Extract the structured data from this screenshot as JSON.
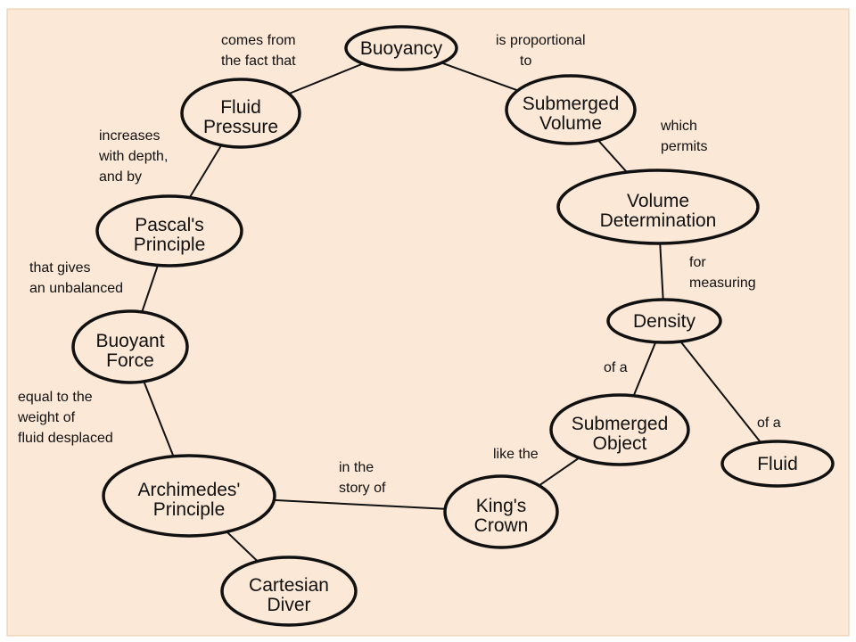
{
  "nodes": [
    {
      "id": "buoyancy",
      "lines": [
        "Buoyancy"
      ]
    },
    {
      "id": "fluid-pressure",
      "lines": [
        "Fluid",
        "Pressure"
      ]
    },
    {
      "id": "submerged-volume",
      "lines": [
        "Submerged",
        "Volume"
      ]
    },
    {
      "id": "volume-determination",
      "lines": [
        "Volume",
        "Determination"
      ]
    },
    {
      "id": "pascals-principle",
      "lines": [
        "Pascal's",
        "Principle"
      ]
    },
    {
      "id": "density",
      "lines": [
        "Density"
      ]
    },
    {
      "id": "buoyant-force",
      "lines": [
        "Buoyant",
        "Force"
      ]
    },
    {
      "id": "submerged-object",
      "lines": [
        "Submerged",
        "Object"
      ]
    },
    {
      "id": "fluid",
      "lines": [
        "Fluid"
      ]
    },
    {
      "id": "archimedes-principle",
      "lines": [
        "Archimedes'",
        "Principle"
      ]
    },
    {
      "id": "kings-crown",
      "lines": [
        "King's",
        "Crown"
      ]
    },
    {
      "id": "cartesian-diver",
      "lines": [
        "Cartesian",
        "Diver"
      ]
    }
  ],
  "edges": [
    {
      "from": "buoyancy",
      "to": "fluid-pressure",
      "label": [
        "comes from",
        "the fact that"
      ]
    },
    {
      "from": "buoyancy",
      "to": "submerged-volume",
      "label": [
        "is proportional",
        "to"
      ]
    },
    {
      "from": "submerged-volume",
      "to": "volume-determination",
      "label": [
        "which",
        "permits"
      ]
    },
    {
      "from": "volume-determination",
      "to": "density",
      "label": [
        "for",
        "measuring"
      ]
    },
    {
      "from": "density",
      "to": "submerged-object",
      "label": [
        "of a"
      ]
    },
    {
      "from": "density",
      "to": "fluid",
      "label": [
        "of a"
      ]
    },
    {
      "from": "submerged-object",
      "to": "kings-crown",
      "label": [
        "like the"
      ]
    },
    {
      "from": "fluid-pressure",
      "to": "pascals-principle",
      "label": [
        "increases",
        "with depth,",
        "and by"
      ]
    },
    {
      "from": "pascals-principle",
      "to": "buoyant-force",
      "label": [
        "that gives",
        "an unbalanced"
      ]
    },
    {
      "from": "buoyant-force",
      "to": "archimedes-principle",
      "label": [
        "equal to the",
        "weight of",
        "fluid desplaced"
      ]
    },
    {
      "from": "archimedes-principle",
      "to": "kings-crown",
      "label": [
        "in the",
        "story of"
      ]
    },
    {
      "from": "archimedes-principle",
      "to": "cartesian-diver",
      "label": []
    }
  ]
}
